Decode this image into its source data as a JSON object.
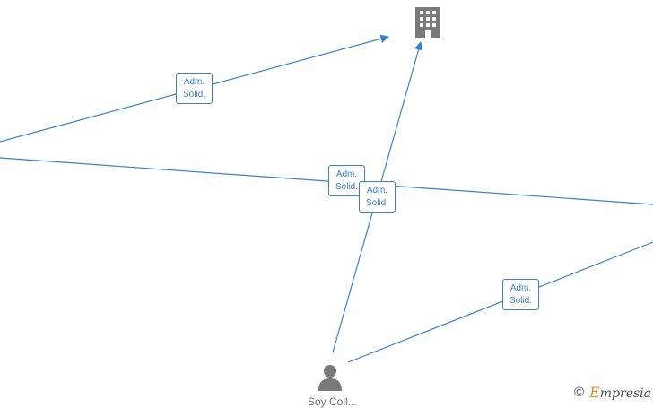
{
  "edges": [
    {
      "label_line1": "Adm.",
      "label_line2": "Solid."
    },
    {
      "label_line1": "Adm.",
      "label_line2": "Solid."
    },
    {
      "label_line1": "Adm.",
      "label_line2": "Solid."
    },
    {
      "label_line1": "Adm.",
      "label_line2": "Solid."
    }
  ],
  "nodes": {
    "company": {
      "icon": "building-icon"
    },
    "person": {
      "icon": "person-icon",
      "label": "Soy Coll..."
    }
  },
  "watermark": {
    "symbol": "©",
    "brand_first": "E",
    "brand_rest": "mpresia"
  },
  "colors": {
    "edge": "#3b7fd4",
    "icon": "#7a7a7a",
    "brand_accent": "#e58a1f"
  }
}
